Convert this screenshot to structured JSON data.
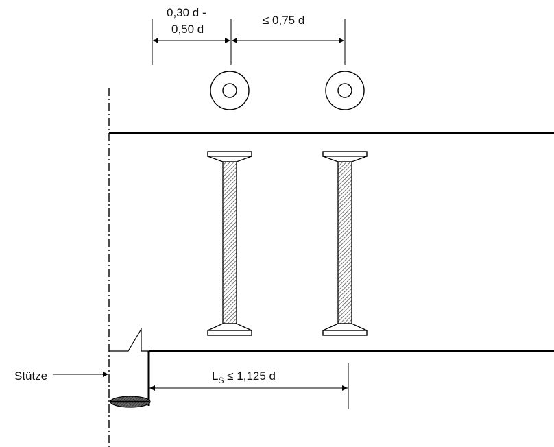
{
  "dimensions": {
    "top_spacing_line1": "0,30 d -",
    "top_spacing_line2": "0,50 d",
    "stud_spacing": "≤ 0,75 d",
    "stud_length_prefix": "L",
    "stud_length_subscript": "S",
    "stud_length_suffix": " ≤ 1,125 d"
  },
  "labels": {
    "support": "Stütze"
  },
  "colors": {
    "line": "#000000",
    "hatch": "#555555",
    "weld": "#444444"
  }
}
